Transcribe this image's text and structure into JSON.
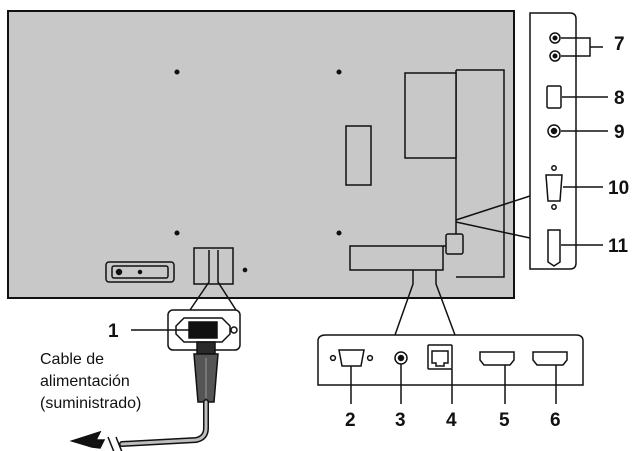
{
  "callouts": {
    "n1": "1",
    "n2": "2",
    "n3": "3",
    "n4": "4",
    "n5": "5",
    "n6": "6",
    "n7": "7",
    "n8": "8",
    "n9": "9",
    "n10": "10",
    "n11": "11"
  },
  "cable_caption": {
    "line1": "Cable de",
    "line2": "alimentación",
    "line3": "(suministrado)"
  },
  "colors": {
    "panel_fill": "#c8c8c8",
    "outline": "#111111",
    "background": "#ffffff"
  }
}
